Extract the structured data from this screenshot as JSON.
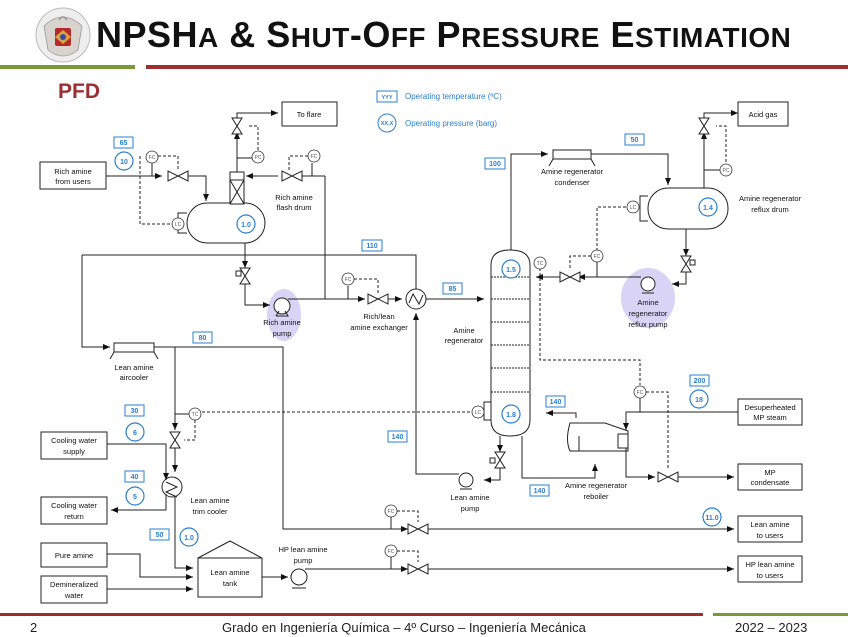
{
  "header": {
    "title_parts": [
      "N",
      "PSH",
      "A",
      " & S",
      "HUT",
      "-O",
      "FF",
      " P",
      "RESSURE",
      " E",
      "STIMATION"
    ],
    "title": "NPSHa & Shut-Off Pressure Estimation",
    "section": "PFD",
    "logo": "university-crest-icon"
  },
  "colors": {
    "accent_red": "#9b2f31",
    "accent_green": "#7a9a3a",
    "annotation_blue": "#2a7fd0",
    "pump_highlight": "#d9d4f5"
  },
  "legend": {
    "temperature_symbol": "YYY",
    "temperature_label": "Operating temperature (ºC)",
    "pressure_symbol": "XX.X",
    "pressure_label": "Operating pressure (barg)"
  },
  "terminals": {
    "rich_amine_from_users": [
      "Rich amine",
      "from users"
    ],
    "to_flare": "To flare",
    "acid_gas": "Acid gas",
    "cooling_water_supply": [
      "Cooling water",
      "supply"
    ],
    "cooling_water_return": [
      "Cooling water",
      "return"
    ],
    "pure_amine": "Pure amine",
    "demineralized_water": [
      "Demineralized",
      "water"
    ],
    "desuperheated_mp_steam": [
      "Desuperheated",
      "MP steam"
    ],
    "mp_condensate": [
      "MP",
      "condensate"
    ],
    "lean_amine_to_users": [
      "Lean amine",
      "to users"
    ],
    "hp_lean_amine_to_users": [
      "HP lean amine",
      "to users"
    ]
  },
  "equipment": {
    "flash_drum": [
      "Rich amine",
      "flash drum"
    ],
    "rich_amine_pump": [
      "Rich amine",
      "pump"
    ],
    "rich_lean_exchanger": [
      "Rich/lean",
      "amine exchanger"
    ],
    "regenerator_condenser": [
      "Amine regenerator",
      "condenser"
    ],
    "reflux_drum": [
      "Amine regenerator",
      "reflux drum"
    ],
    "reflux_pump": [
      "Amine",
      "regenerator",
      "reflux pump"
    ],
    "amine_regenerator": [
      "Amine",
      "regenerator"
    ],
    "lean_amine_aircooler": [
      "Lean amine",
      "aircooler"
    ],
    "lean_amine_trim_cooler": [
      "Lean amine",
      "trim cooler"
    ],
    "lean_amine_tank": [
      "Lean amine",
      "tank"
    ],
    "hp_lean_amine_pump": [
      "HP lean amine",
      "pump"
    ],
    "lean_amine_pump": [
      "Lean amine",
      "pump"
    ],
    "regenerator_reboiler": [
      "Amine regenerator",
      "reboiler"
    ]
  },
  "temperatures": {
    "rich_feed": "65",
    "column_top_vapor": "100",
    "condenser_outlet": "50",
    "rich_to_exchanger": "110",
    "rich_to_column": "85",
    "aircooler_outlet": "80",
    "cw_supply": "30",
    "cw_return": "40",
    "tank_feed": "50",
    "reboiler_return": "140",
    "column_bottoms": "140",
    "lean_hot": "140",
    "steam": "200"
  },
  "pressures": {
    "rich_feed": "10",
    "flash_drum": "1.0",
    "reflux_drum": "1.4",
    "column_top": "1.5",
    "column_bottom": "1.8",
    "cw_supply": "6",
    "cw_return": "5",
    "tank": "1.0",
    "steam": "18",
    "lean_to_users": "11.0"
  },
  "instruments": {
    "fc": "FC",
    "lc": "LC",
    "pc": "PC",
    "tc": "TC"
  },
  "footer": {
    "page_number": "2",
    "course": "Grado en Ingeniería Química – 4º Curso – Ingeniería Mecánica",
    "year": "2022 – 2023"
  }
}
